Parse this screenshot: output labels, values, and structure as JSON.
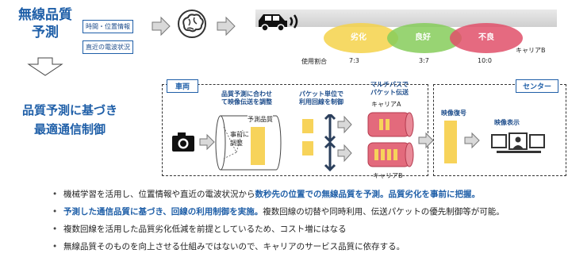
{
  "top": {
    "title_line1": "無線品質",
    "title_line2": "予測",
    "input1": "時間・位置情報",
    "input2": "直近の電波状況",
    "quality_labels": [
      "劣化",
      "良好",
      "不良"
    ],
    "quality_colors": [
      "#f5d24a",
      "#86cc5a",
      "#e0506a"
    ],
    "carrier_b": "キャリアB",
    "usage_label": "使用割合",
    "ratios": [
      "7:3",
      "3:7",
      "10:0"
    ]
  },
  "main": {
    "title_line1": "品質予測に基づき",
    "title_line2": "最適通信制御",
    "vehicle_label": "車両",
    "center_label": "センター",
    "step1": [
      "品質予測に合わせ",
      "て映像伝送を調整"
    ],
    "step2": [
      "パケット単位で",
      "利用回線を制御"
    ],
    "step3": [
      "マルチパスで",
      "パケット伝送"
    ],
    "carrier_a": "キャリアA",
    "carrier_b": "キャリアB",
    "cylinder_label": "予測品質",
    "cylinder_note": [
      "事前に",
      "調整"
    ],
    "decode_label": "映像復号",
    "display_label": "映像表示"
  },
  "bullets": [
    {
      "plain1": "機械学習を活用し、位置情報や直近の電波状況から",
      "blue": "数秒先の位置での無線品質を予測。品質劣化を事前に把握。",
      "plain2": ""
    },
    {
      "plain1": "",
      "blue": "予測した通信品質に基づき、回線の利用制御を実施。",
      "plain2": "複数回線の切替や同時利用、伝送パケットの優先制御等が可能。"
    },
    {
      "plain1": "複数回線を活用した品質劣化低減を前提としているため、コスト増にはなる",
      "blue": "",
      "plain2": ""
    },
    {
      "plain1": "無線品質そのものを向上させる仕組みではないので、キャリアのサービス品質に依存する。",
      "blue": "",
      "plain2": ""
    }
  ]
}
